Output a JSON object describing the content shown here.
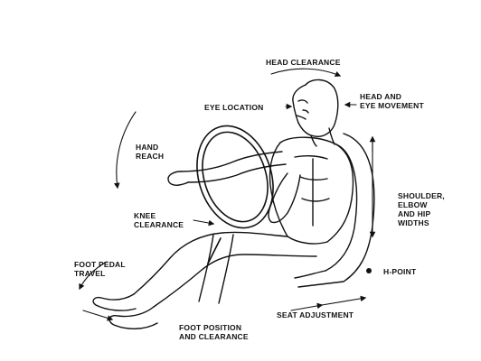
{
  "diagram": {
    "labels": {
      "head_clearance": "HEAD CLEARANCE",
      "eye_location": "EYE LOCATION",
      "head_movement_1": "HEAD AND",
      "head_movement_2": "EYE MOVEMENT",
      "hand_reach_1": "HAND",
      "hand_reach_2": "REACH",
      "knee_clearance_1": "KNEE",
      "knee_clearance_2": "CLEARANCE",
      "foot_pedal_1": "FOOT PEDAL",
      "foot_pedal_2": "TRAVEL",
      "shoulder_1": "SHOULDER,",
      "shoulder_2": "ELBOW",
      "shoulder_3": "AND HIP",
      "shoulder_4": "WIDTHS",
      "h_point": "H-POINT",
      "seat_adjustment": "SEAT ADJUSTMENT",
      "foot_position_1": "FOOT POSITION",
      "foot_position_2": "AND CLEARANCE"
    },
    "colors": {
      "ink": "#111111",
      "background": "#ffffff"
    }
  }
}
